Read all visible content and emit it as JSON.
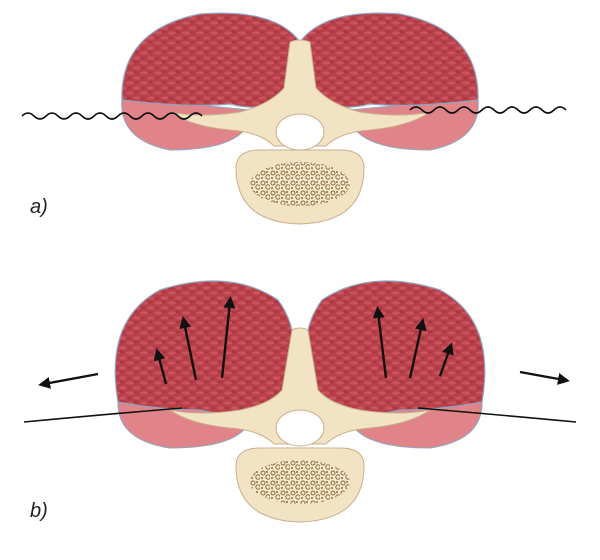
{
  "panels": [
    {
      "label": "a)"
    },
    {
      "label": "b)"
    }
  ],
  "colors": {
    "muscle": "#b8404a",
    "muscle_dark": "#8e2631",
    "muscle_texture": "#d4606a",
    "fascia_pink": "#e0848a",
    "bone": "#f2e3c4",
    "bone_outline": "#c9b08a",
    "marrow": "#8a6a3a",
    "sheath_outline": "#8fa6c0",
    "line": "#111111"
  },
  "icons": {
    "arrow": "arrow-icon",
    "wave": "wavy-line"
  }
}
